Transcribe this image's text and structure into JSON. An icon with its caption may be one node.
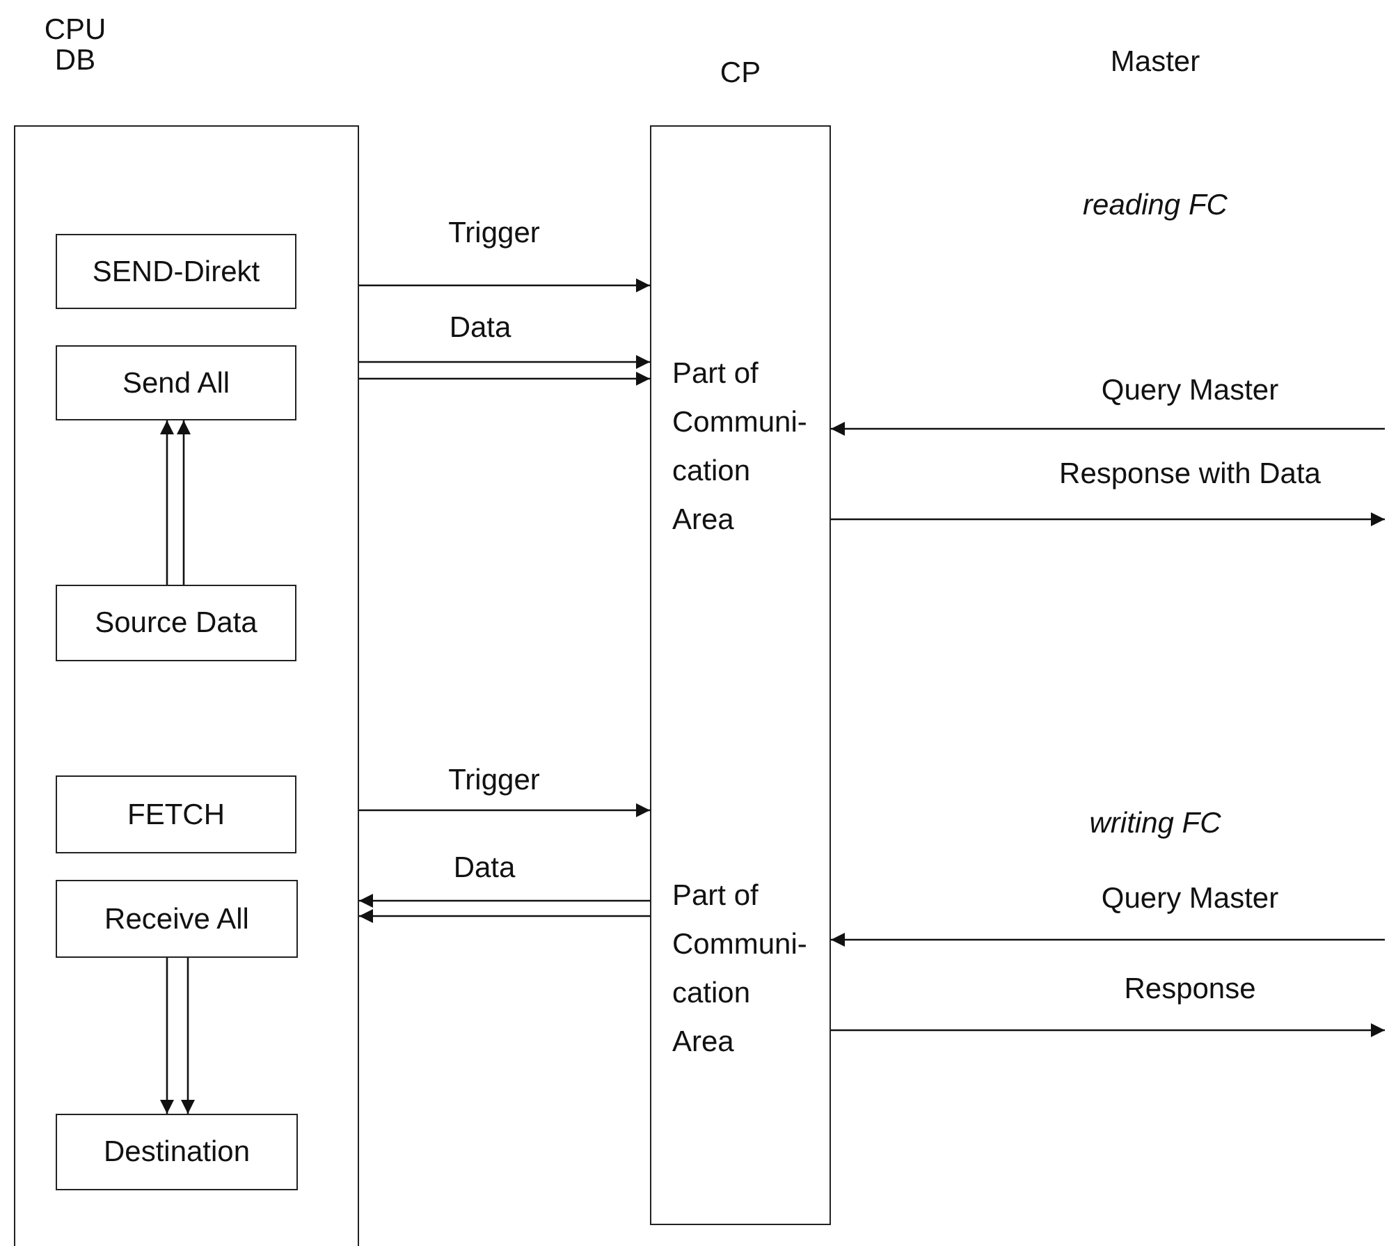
{
  "diagram": {
    "nodes": [
      {
        "text": [
          "CPU DB"
        ]
      },
      {
        "text": [
          "SEND-Direkt"
        ],
        "in": 0
      },
      {
        "text": [
          "Send All"
        ],
        "in": 0
      },
      {
        "text": [
          "Source Data"
        ],
        "in": 0
      },
      {
        "text": [
          "FETCH"
        ],
        "in": 0
      },
      {
        "text": [
          "Receive All"
        ],
        "in": 0
      },
      {
        "text": [
          "Destination"
        ],
        "in": 0
      },
      {
        "text": [
          "CP",
          "Part of Communi- cation Area",
          "Part of Communi- cation Area"
        ]
      }
    ],
    "edges": [
      {
        "from": 0,
        "to": 7,
        "arrow": "to",
        "label": "Trigger"
      },
      {
        "from": 0,
        "to": 7,
        "arrow": "to",
        "label": "Data"
      },
      {
        "from": 0,
        "to": 7,
        "arrow": "to"
      },
      {
        "from": 3,
        "to": 2,
        "arrow": "to"
      },
      {
        "from": 3,
        "to": 2,
        "arrow": "to"
      },
      {
        "from": null,
        "to": 7,
        "arrow": "to",
        "label": "Query Master"
      },
      {
        "from": 7,
        "to": null,
        "arrow": "to",
        "label": "Response with Data"
      },
      {
        "from": 0,
        "to": 7,
        "arrow": "to",
        "label": "Trigger"
      },
      {
        "from": 7,
        "to": 0,
        "arrow": "to",
        "label": "Data"
      },
      {
        "from": 7,
        "to": 0,
        "arrow": "to"
      },
      {
        "from": null,
        "to": 7,
        "arrow": "to",
        "label": "Query Master"
      },
      {
        "from": 7,
        "to": null,
        "arrow": "to",
        "label": "Response"
      },
      {
        "from": 5,
        "to": 6,
        "arrow": "to"
      },
      {
        "from": 5,
        "to": 6,
        "arrow": "to"
      }
    ],
    "labels": [
      "Master",
      "reading FC",
      "writing FC"
    ]
  }
}
